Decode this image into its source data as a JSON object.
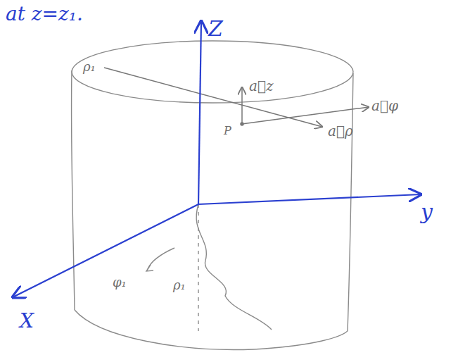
{
  "diagram": {
    "labels": [
      "at z=z₁.",
      "Z",
      "y",
      "X",
      "ρ₁",
      "P",
      "a⃗z",
      "a⃗φ",
      "a⃗ρ",
      "φ₁",
      "ρ₁"
    ]
  }
}
